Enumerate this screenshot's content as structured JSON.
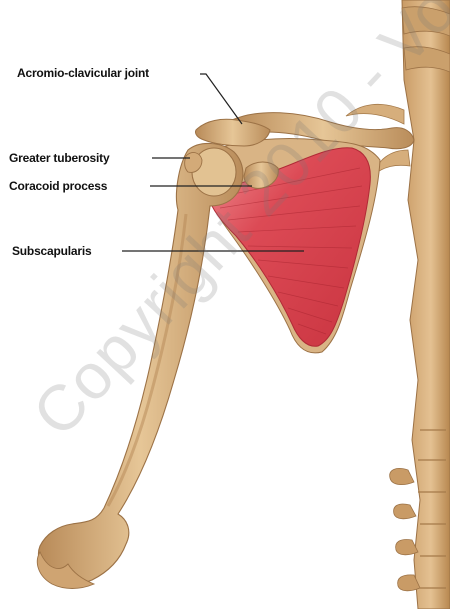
{
  "labels": {
    "acromio_clavicular_joint": "Acromio-clavicular joint",
    "greater_tuberosity": "Greater tuberosity",
    "coracoid_process": "Coracoid process",
    "subscapularis": "Subscapularis"
  },
  "watermark": "Copyright 2010 - Vo",
  "colors": {
    "bone": "#d9b485",
    "bone_dark": "#a77b4d",
    "muscle": "#d9434f",
    "muscle_light": "#ee8a8f",
    "label_text": "#111111",
    "leader_line": "#222222"
  }
}
